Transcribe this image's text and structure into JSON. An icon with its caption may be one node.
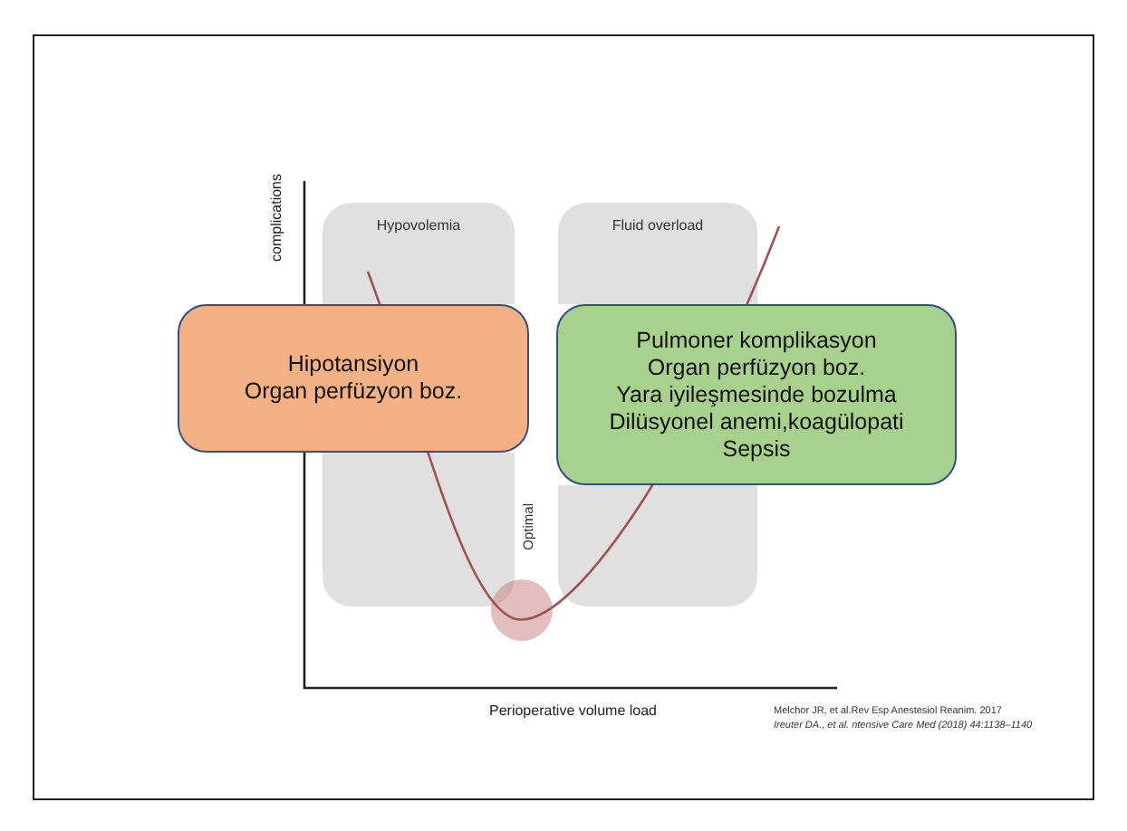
{
  "diagram": {
    "nodes": [
      {
        "text": [
          "Hypovolemia"
        ]
      },
      {
        "text": [
          "Fluid overload"
        ]
      },
      {
        "text": [
          "Optimal"
        ]
      },
      {
        "text": [
          "Hipotansiyon",
          "Organ perfüzyon boz."
        ]
      },
      {
        "text": [
          "Pulmoner komplikasyon",
          "Organ perfüzyon boz.",
          "Yara iyileşmesinde bozulma",
          "Dilüsyonel anemi,koagülopati",
          "Sepsis"
        ]
      }
    ],
    "edges": [],
    "labels": [
      "complications",
      "Perioperative volume load",
      "Melchor JR, et al.Rev Esp Anestesiol Reanim. 2017",
      "Ireuter DA., et al. ntensive Care Med (2018) 44:1138–1140"
    ]
  }
}
